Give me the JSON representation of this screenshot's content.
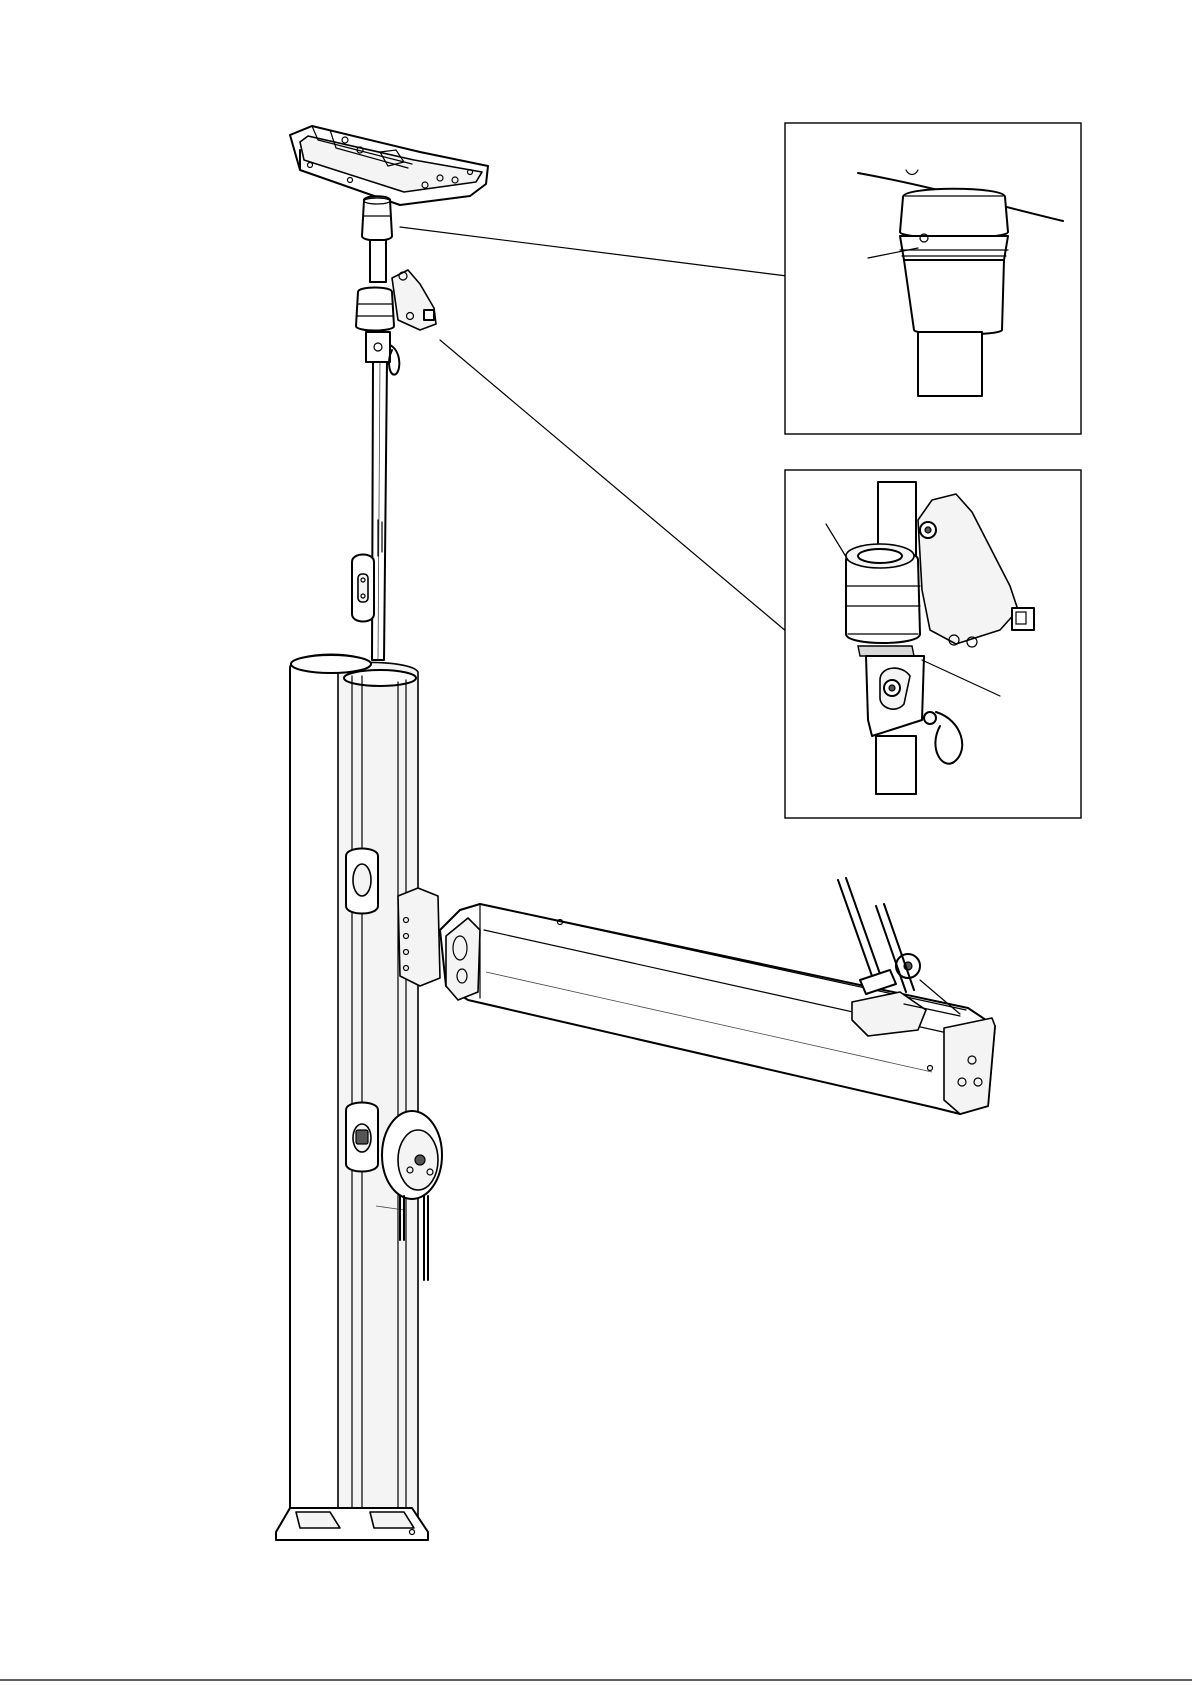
{
  "figure": {
    "type": "technical-assembly-illustration",
    "insets": [
      {
        "name": "top-mount-detail"
      },
      {
        "name": "collar-clamp-detail"
      }
    ]
  }
}
